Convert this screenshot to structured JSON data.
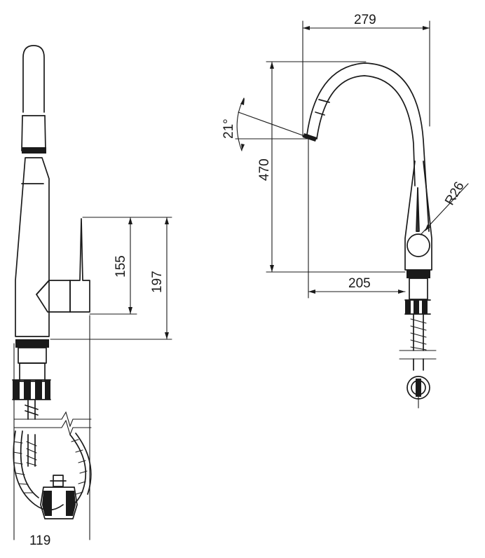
{
  "dimensions": {
    "width_119": "119",
    "height_155": "155",
    "height_197": "197",
    "width_279": "279",
    "height_470": "470",
    "reach_205": "205",
    "angle_21": "21°",
    "radius_26": "R26"
  },
  "colors": {
    "line": "#1a1a1a",
    "background": "#ffffff"
  }
}
